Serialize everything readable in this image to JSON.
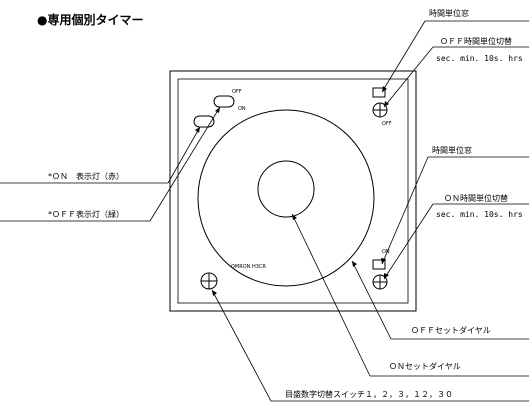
{
  "title": "●専用個別タイマー",
  "panel": {
    "off_text": "OFF",
    "on_text": "ON",
    "off_unit_text": "OFF",
    "on_unit_text": "ON",
    "brand_text": "OMRON H3CR"
  },
  "callouts": {
    "off_time_window": "時間単位窓",
    "off_time_switch": "ＯＦＦ時間単位切替",
    "off_time_switch_units": "sec. min. 10s. hrs",
    "on_time_window": "時間単位窓",
    "on_time_switch": "ＯＮ時間単位切替",
    "on_time_switch_units": "sec. min. 10s. hrs",
    "on_lamp": "*ＯＮ　表示灯（赤）",
    "off_lamp": "*ＯＦＦ表示灯（緑）",
    "off_dial": "ＯＦＦセットダイヤル",
    "on_dial": "ＯＮセットダイヤル",
    "scale_switch": "目盛数字切替スイッチ１，２，３，１２，３０"
  }
}
